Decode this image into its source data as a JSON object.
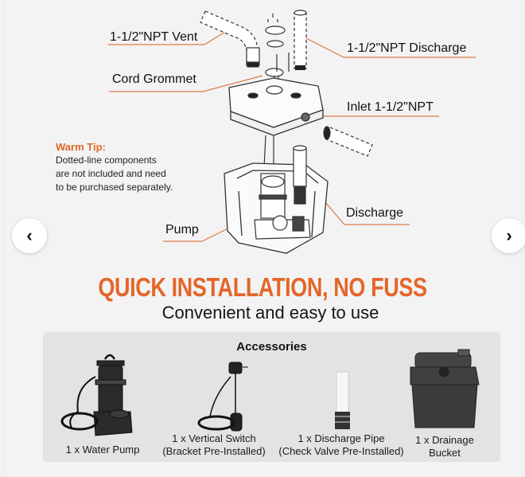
{
  "diagram": {
    "labels": {
      "vent": "1-1/2\"NPT Vent",
      "grommet": "Cord Grommet",
      "discharge_top": "1-1/2\"NPT Discharge",
      "inlet": "Inlet 1-1/2\"NPT",
      "discharge": "Discharge",
      "pump": "Pump"
    },
    "warm_tip": {
      "title": "Warm Tip:",
      "lines": [
        "Dotted-line components",
        "are not included and need",
        "to be purchased separately."
      ]
    },
    "leader_color": "#e07a4a"
  },
  "carousel": {
    "prev_icon": "‹",
    "next_icon": "›"
  },
  "headline": "QUICK INSTALLATION, NO FUSS",
  "subheadline": "Convenient and easy to use",
  "accessories": {
    "title": "Accessories",
    "items": [
      {
        "line1": "1 x Water Pump",
        "line2": ""
      },
      {
        "line1": "1 x Vertical Switch",
        "line2": "(Bracket Pre-Installed)"
      },
      {
        "line1": "1 x Discharge Pipe",
        "line2": "(Check Valve Pre-Installed)"
      },
      {
        "line1": "1 x Drainage",
        "line2": "Bucket"
      }
    ]
  },
  "colors": {
    "accent": "#e4662a",
    "panel": "#e3e3e6",
    "background": "#f3f3f3"
  }
}
